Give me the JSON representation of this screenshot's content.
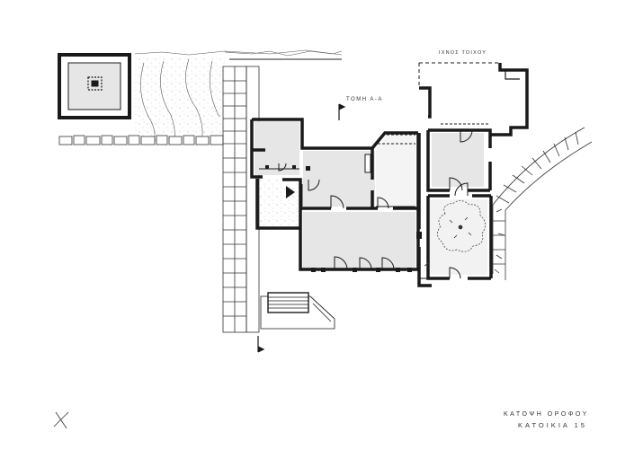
{
  "labels": {
    "section": "ΤΟΜΗ Α-Α",
    "wall_trace": "ΙΧΝΟΣ ΤΟΙΧΟΥ",
    "plan_title": "ΚΑΤΟΨΗ ΟΡΟΦΟΥ",
    "house_title": "ΚΑΤΟΙΚΙΑ 15"
  },
  "colors": {
    "ink": "#1a1a1a",
    "room_fill": "#e6e6e6",
    "paving_fill": "#f4f4f4",
    "background": "#ffffff"
  }
}
